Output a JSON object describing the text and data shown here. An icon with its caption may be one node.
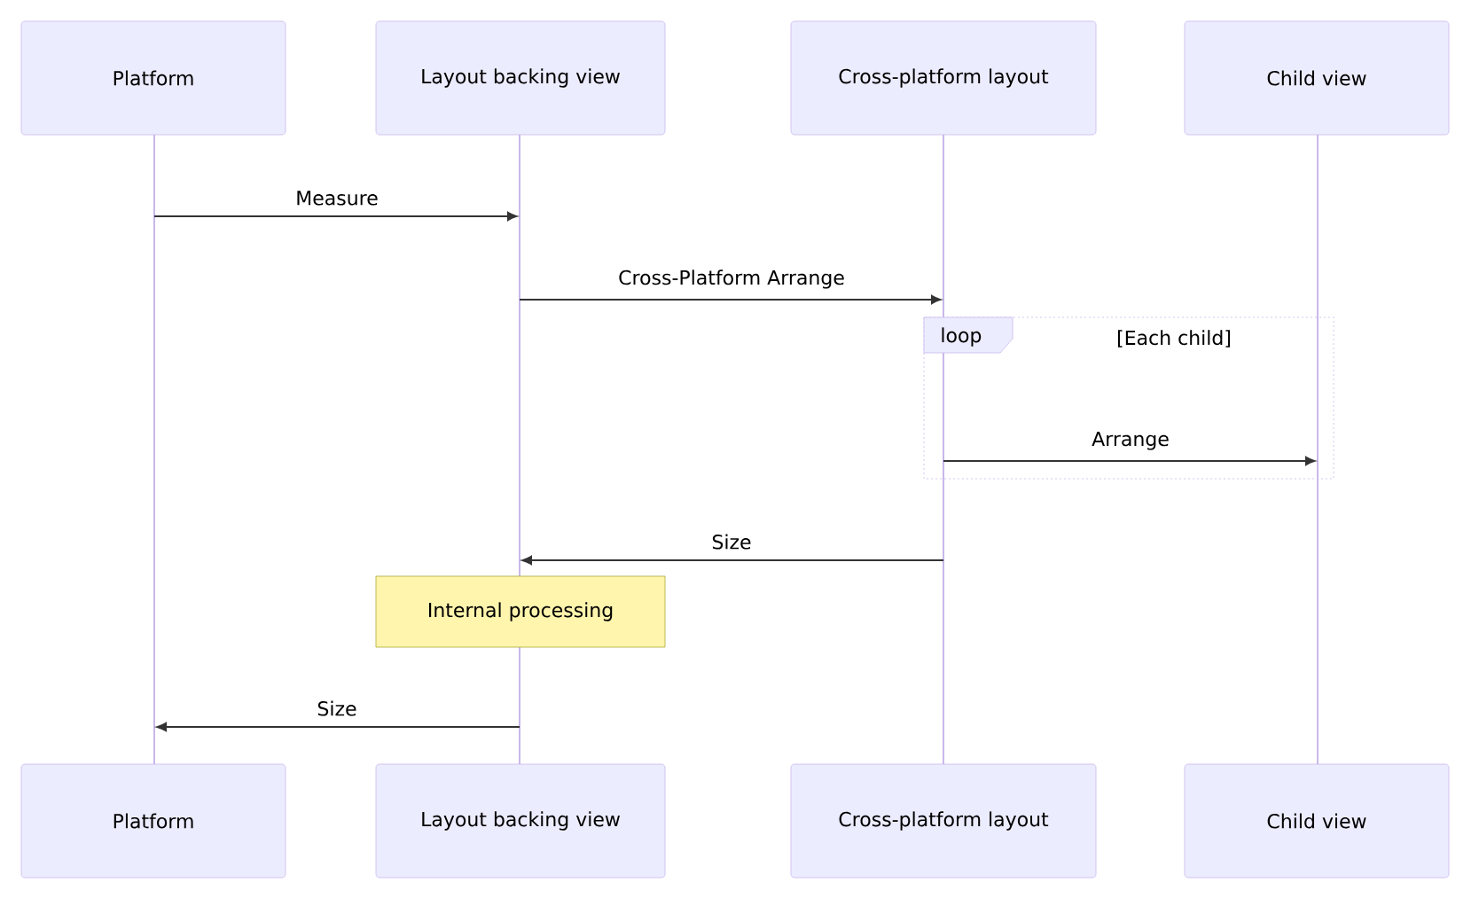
{
  "diagram": {
    "nodes": [
      {
        "text": [
          "Platform"
        ]
      },
      {
        "text": [
          "Layout backing view"
        ]
      },
      {
        "text": [
          "Cross-platform layout"
        ]
      },
      {
        "text": [
          "Child view"
        ]
      },
      {
        "text": [
          "Platform"
        ]
      },
      {
        "text": [
          "Layout backing view"
        ]
      },
      {
        "text": [
          "Cross-platform layout"
        ]
      },
      {
        "text": [
          "Child view"
        ]
      },
      {
        "text": [],
        "shape": "line"
      },
      {
        "text": [],
        "shape": "line"
      },
      {
        "text": [],
        "shape": "line"
      },
      {
        "text": [],
        "shape": "line"
      },
      {
        "text": [
          "Internal processing"
        ]
      }
    ],
    "labels": [
      "loop",
      "[Each child]"
    ],
    "edges": [
      {
        "from": 8,
        "to": 9,
        "arrow": "to",
        "label": "Measure"
      },
      {
        "from": 9,
        "to": 10,
        "arrow": "to",
        "label": "Cross-Platform Arrange"
      },
      {
        "from": 10,
        "to": 11,
        "arrow": "to",
        "label": "Arrange"
      },
      {
        "from": 10,
        "to": 9,
        "arrow": "to",
        "label": "Size"
      },
      {
        "from": 9,
        "to": 8,
        "arrow": "to",
        "label": "Size"
      }
    ]
  }
}
